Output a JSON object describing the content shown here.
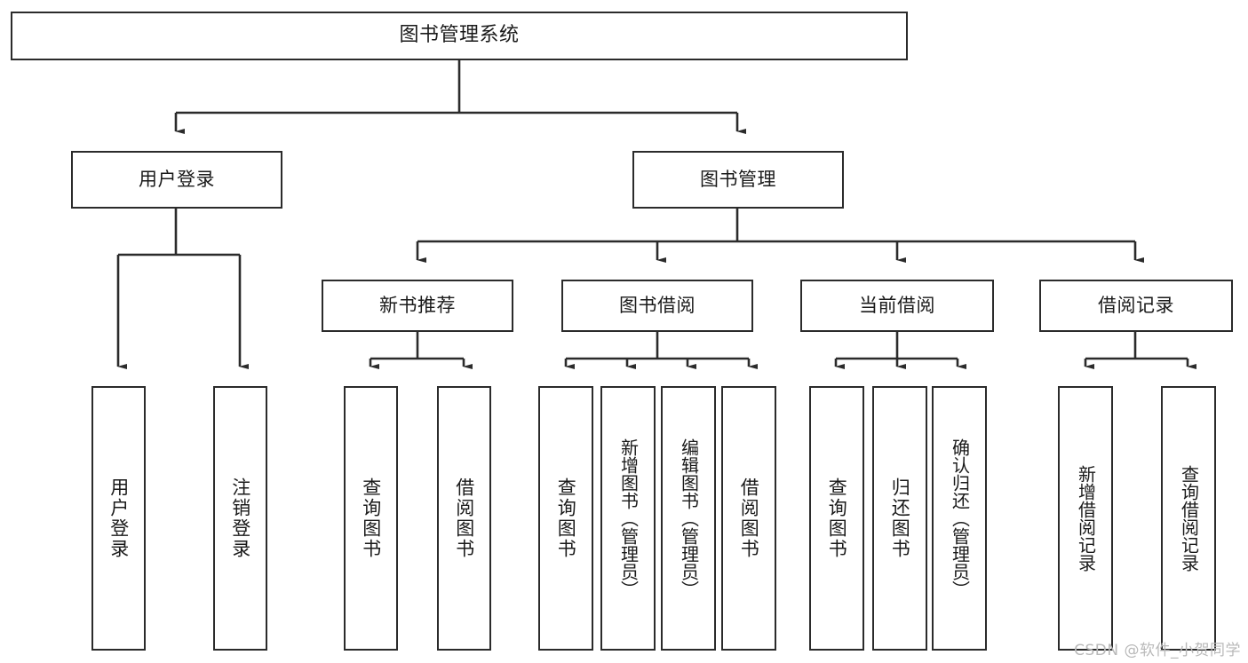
{
  "diagram": {
    "type": "tree",
    "title": "图书管理系统",
    "root": {
      "id": "root",
      "label": "图书管理系统"
    },
    "level1": [
      {
        "id": "user-login",
        "label": "用户登录"
      },
      {
        "id": "book-management",
        "label": "图书管理"
      }
    ],
    "level2": [
      {
        "id": "new-book-recommend",
        "label": "新书推荐",
        "parent": "book-management"
      },
      {
        "id": "book-borrow",
        "label": "图书借阅",
        "parent": "book-management"
      },
      {
        "id": "current-borrow",
        "label": "当前借阅",
        "parent": "book-management"
      },
      {
        "id": "borrow-record",
        "label": "借阅记录",
        "parent": "book-management"
      }
    ],
    "leaves": {
      "user_login": [
        {
          "id": "leaf-user-login",
          "label": "用户登录"
        },
        {
          "id": "leaf-logout-login",
          "label": "注销登录"
        }
      ],
      "new_book_recommend": [
        {
          "id": "leaf-query-book-1",
          "label": "查询图书"
        },
        {
          "id": "leaf-borrow-book-1",
          "label": "借阅图书"
        }
      ],
      "book_borrow": [
        {
          "id": "leaf-query-book-2",
          "label": "查询图书"
        },
        {
          "id": "leaf-add-book",
          "label": "新增图书（管理员）"
        },
        {
          "id": "leaf-edit-book",
          "label": "编辑图书（管理员）"
        },
        {
          "id": "leaf-borrow-book-2",
          "label": "借阅图书"
        }
      ],
      "current_borrow": [
        {
          "id": "leaf-query-book-3",
          "label": "查询图书"
        },
        {
          "id": "leaf-return-book",
          "label": "归还图书"
        },
        {
          "id": "leaf-confirm-return",
          "label": "确认归还（管理员）"
        }
      ],
      "borrow_record": [
        {
          "id": "leaf-add-record",
          "label": "新增借阅记录"
        },
        {
          "id": "leaf-query-record",
          "label": "查询借阅记录"
        }
      ]
    }
  },
  "watermark": {
    "text": "CSDN @软件_小贺同学"
  },
  "colors": {
    "stroke": "#2b2b2b",
    "box_fill": "#ffffff",
    "text": "#1a1a1a",
    "watermark": "#b9b9b9",
    "background": "#ffffff"
  }
}
